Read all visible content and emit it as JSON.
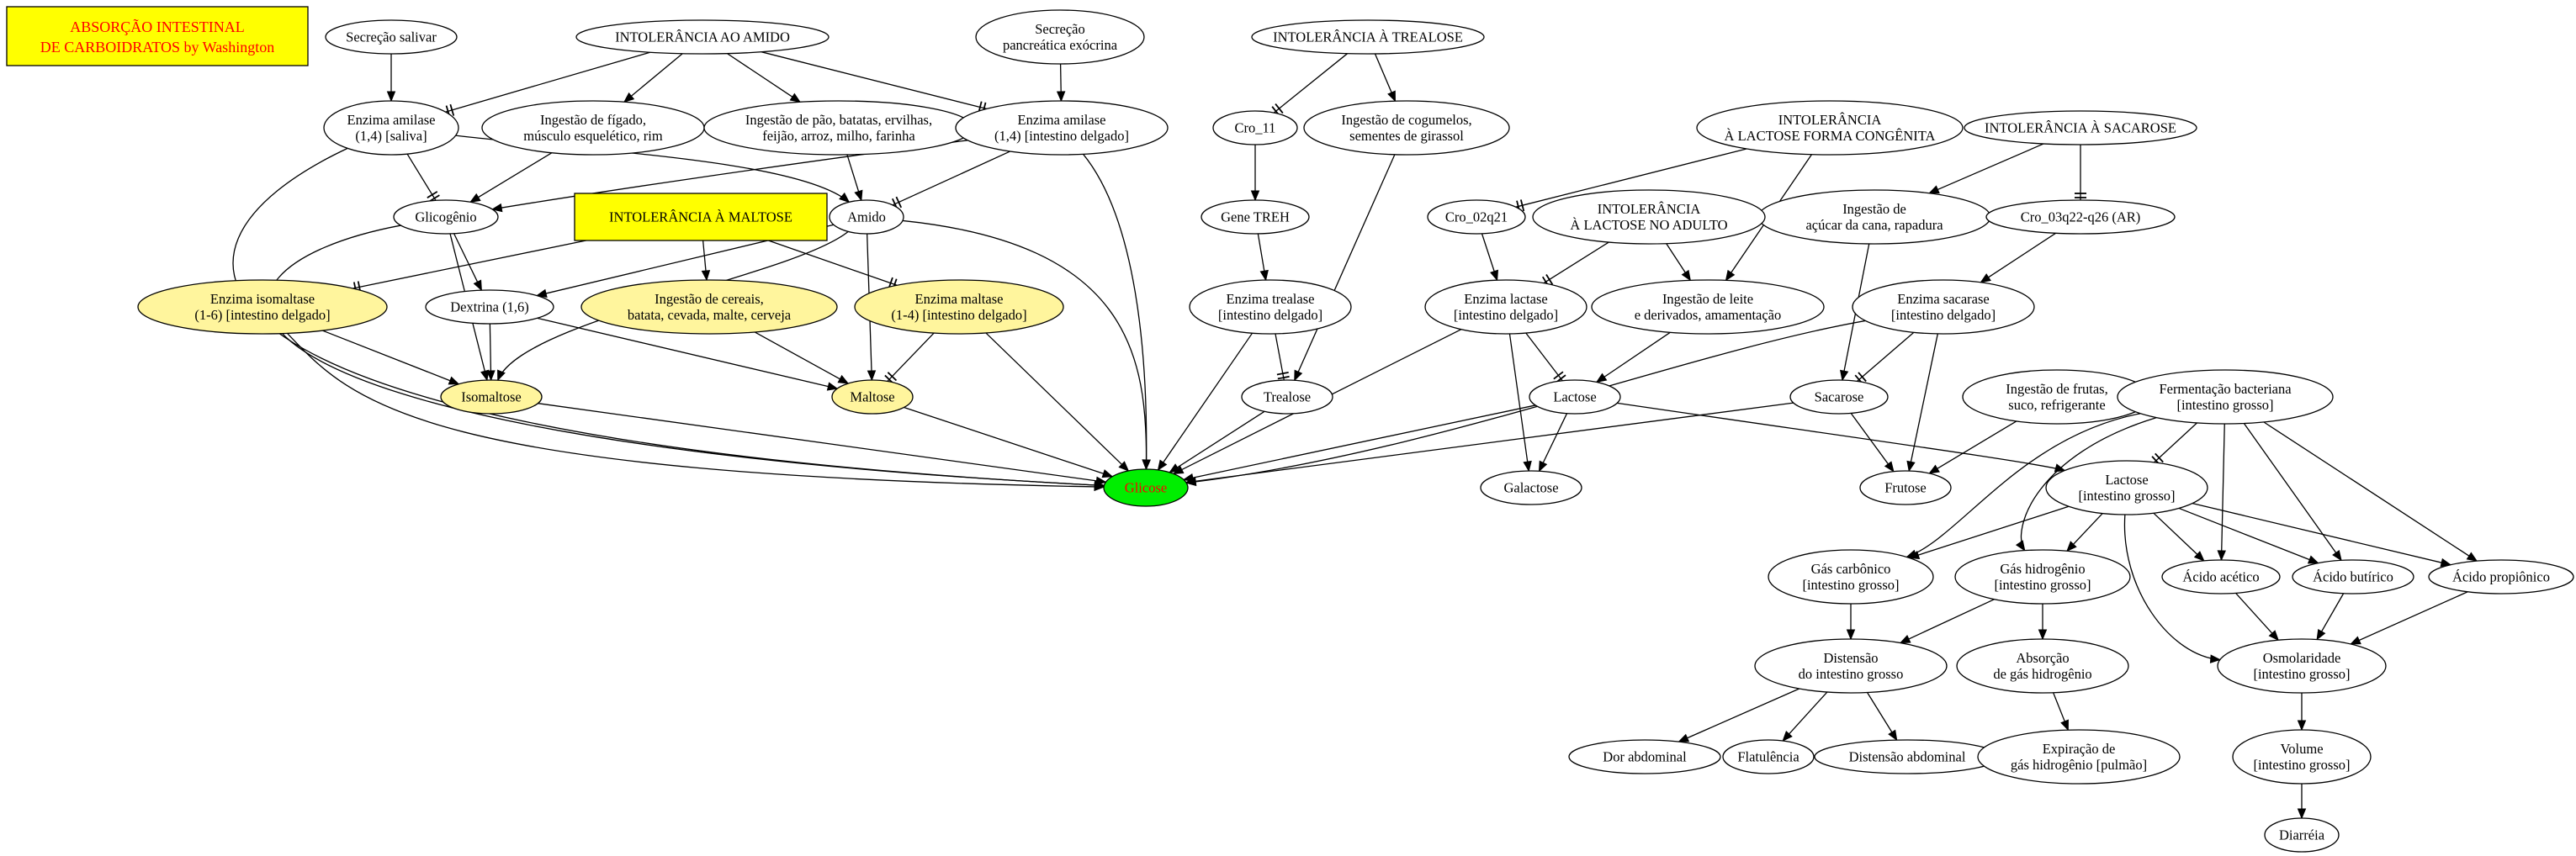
{
  "title": {
    "line1": "ABSORÇÃO INTESTINAL",
    "line2": "DE CARBOIDRATOS by Washington"
  },
  "colors": {
    "title_bg": "#ffff00",
    "title_text": "#ff0000",
    "highlight_fill": "#fff59d",
    "box_fill": "#ffff00",
    "glucose_fill": "#00ee00",
    "glucose_text": "#ff0000",
    "default_fill": "#ffffff",
    "stroke": "#000000"
  },
  "nodes": {
    "secrecao_salivar": {
      "lines": [
        "Secreção salivar"
      ]
    },
    "intol_amido": {
      "lines": [
        "INTOLERÂNCIA AO AMIDO"
      ]
    },
    "secrecao_pancreatica": {
      "lines": [
        "Secreção",
        "pancreática exócrina"
      ]
    },
    "intol_trealose": {
      "lines": [
        "INTOLERÂNCIA À TREALOSE"
      ]
    },
    "intol_lactose_congenita": {
      "lines": [
        "INTOLERÂNCIA",
        "À LACTOSE FORMA CONGÊNITA"
      ]
    },
    "intol_sacarose": {
      "lines": [
        "INTOLERÂNCIA À SACAROSE"
      ]
    },
    "amilase_saliva": {
      "lines": [
        "Enzima amilase",
        "(1,4) [saliva]"
      ]
    },
    "ingestao_figado": {
      "lines": [
        "Ingestão de fígado,",
        "músculo esquelético, rim"
      ]
    },
    "ingestao_pao": {
      "lines": [
        "Ingestão de pão, batatas, ervilhas,",
        "feijão, arroz, milho, farinha"
      ]
    },
    "amilase_intestino": {
      "lines": [
        "Enzima amilase",
        "(1,4) [intestino delgado]"
      ]
    },
    "cro_11": {
      "lines": [
        "Cro_11"
      ]
    },
    "ingestao_cogumelos": {
      "lines": [
        "Ingestão de cogumelos,",
        "sementes de girassol"
      ]
    },
    "cro_02q21": {
      "lines": [
        "Cro_02q21"
      ]
    },
    "ingestao_acucar": {
      "lines": [
        "Ingestão de",
        "açúcar da cana, rapadura"
      ]
    },
    "cro_03q22": {
      "lines": [
        "Cro_03q22-q26 (AR)"
      ]
    },
    "glicogenio": {
      "lines": [
        "Glicogênio"
      ]
    },
    "intol_maltose": {
      "lines": [
        "INTOLERÂNCIA À MALTOSE"
      ]
    },
    "amido": {
      "lines": [
        "Amido"
      ]
    },
    "gene_treh": {
      "lines": [
        "Gene TREH"
      ]
    },
    "intol_lactose_adulto": {
      "lines": [
        "INTOLERÂNCIA",
        "À LACTOSE NO ADULTO"
      ]
    },
    "isomaltase": {
      "lines": [
        "Enzima isomaltase",
        "(1-6) [intestino delgado]"
      ]
    },
    "dextrina": {
      "lines": [
        "Dextrina (1,6)"
      ]
    },
    "ingestao_cereais": {
      "lines": [
        "Ingestão de cereais,",
        "batata, cevada, malte, cerveja"
      ]
    },
    "maltase": {
      "lines": [
        "Enzima maltase",
        "(1-4) [intestino delgado]"
      ]
    },
    "trealase": {
      "lines": [
        "Enzima trealase",
        "[intestino delgado]"
      ]
    },
    "lactase": {
      "lines": [
        "Enzima lactase",
        "[intestino delgado]"
      ]
    },
    "ingestao_leite": {
      "lines": [
        "Ingestão de leite",
        "e derivados, amamentação"
      ]
    },
    "sacarase": {
      "lines": [
        "Enzima sacarase",
        "[intestino delgado]"
      ]
    },
    "isomaltose": {
      "lines": [
        "Isomaltose"
      ]
    },
    "maltose": {
      "lines": [
        "Maltose"
      ]
    },
    "trealose": {
      "lines": [
        "Trealose"
      ]
    },
    "lactose": {
      "lines": [
        "Lactose"
      ]
    },
    "sacarose": {
      "lines": [
        "Sacarose"
      ]
    },
    "ingestao_frutas": {
      "lines": [
        "Ingestão de frutas,",
        "suco, refrigerante"
      ]
    },
    "fermentacao": {
      "lines": [
        "Fermentação bacteriana",
        "[intestino grosso]"
      ]
    },
    "glicose": {
      "lines": [
        "Glicose"
      ]
    },
    "galactose": {
      "lines": [
        "Galactose"
      ]
    },
    "frutose": {
      "lines": [
        "Frutose"
      ]
    },
    "lactose_ig": {
      "lines": [
        "Lactose",
        "[intestino grosso]"
      ]
    },
    "gas_carbonico": {
      "lines": [
        "Gás carbônico",
        "[intestino grosso]"
      ]
    },
    "gas_hidrogenio": {
      "lines": [
        "Gás hidrogênio",
        "[intestino grosso]"
      ]
    },
    "acido_acetico": {
      "lines": [
        "Ácido acético"
      ]
    },
    "acido_butirico": {
      "lines": [
        "Ácido butírico"
      ]
    },
    "acido_propionico": {
      "lines": [
        "Ácido propiônico"
      ]
    },
    "distensao": {
      "lines": [
        "Distensão",
        "do intestino grosso"
      ]
    },
    "absorcao_h2": {
      "lines": [
        "Absorção",
        "de gás hidrogênio"
      ]
    },
    "osmolaridade": {
      "lines": [
        "Osmolaridade",
        "[intestino grosso]"
      ]
    },
    "dor_abdominal": {
      "lines": [
        "Dor abdominal"
      ]
    },
    "flatulencia": {
      "lines": [
        "Flatulência"
      ]
    },
    "distensao_abdominal": {
      "lines": [
        "Distensão abdominal"
      ]
    },
    "expiracao_h2": {
      "lines": [
        "Expiração de",
        "gás hidrogênio [pulmão]"
      ]
    },
    "volume": {
      "lines": [
        "Volume",
        "[intestino grosso]"
      ]
    },
    "diarreia": {
      "lines": [
        "Diarréia"
      ]
    }
  }
}
